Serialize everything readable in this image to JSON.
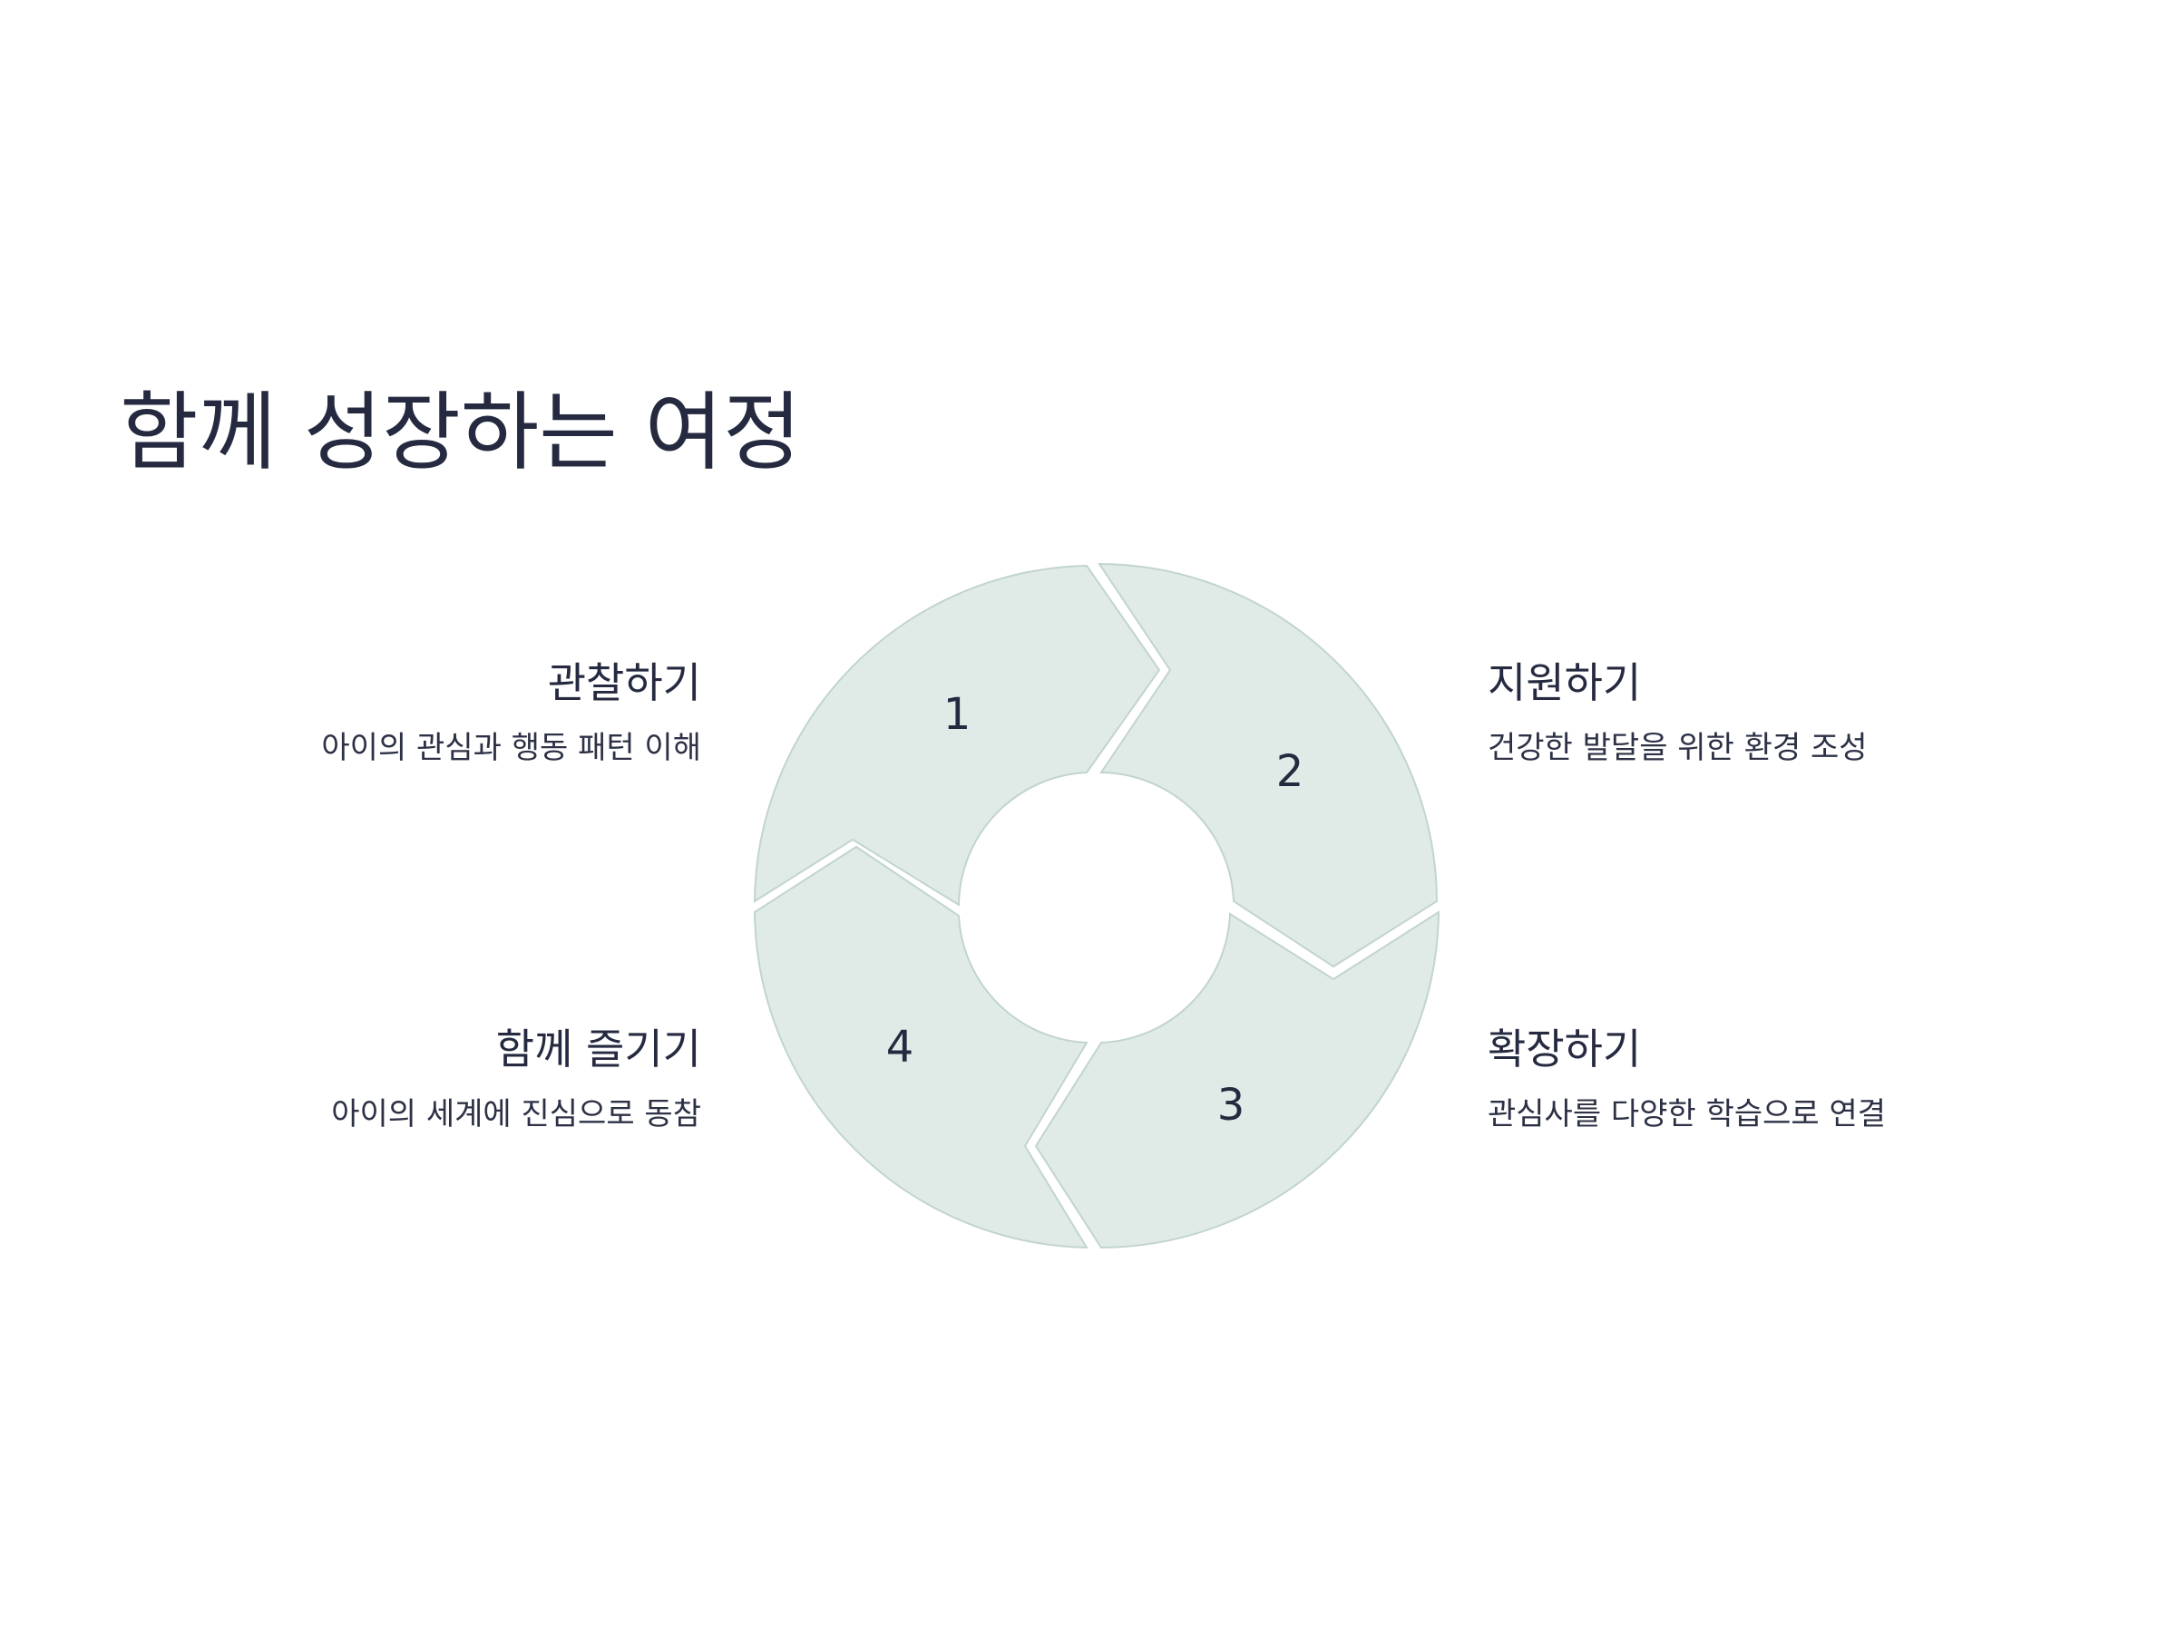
{
  "title": "함께 성장하는 여정",
  "colors": {
    "segment_fill": "#e0ebe8",
    "segment_stroke": "#c2d4cf",
    "text": "#252a40"
  },
  "steps": [
    {
      "number": "1",
      "title": "관찰하기",
      "description": "아이의 관심과 행동 패턴 이해"
    },
    {
      "number": "2",
      "title": "지원하기",
      "description": "건강한 발달을 위한 환경 조성"
    },
    {
      "number": "3",
      "title": "확장하기",
      "description": "관심사를 다양한 학습으로 연결"
    },
    {
      "number": "4",
      "title": "함께 즐기기",
      "description": "아이의 세계에 진심으로 동참"
    }
  ]
}
